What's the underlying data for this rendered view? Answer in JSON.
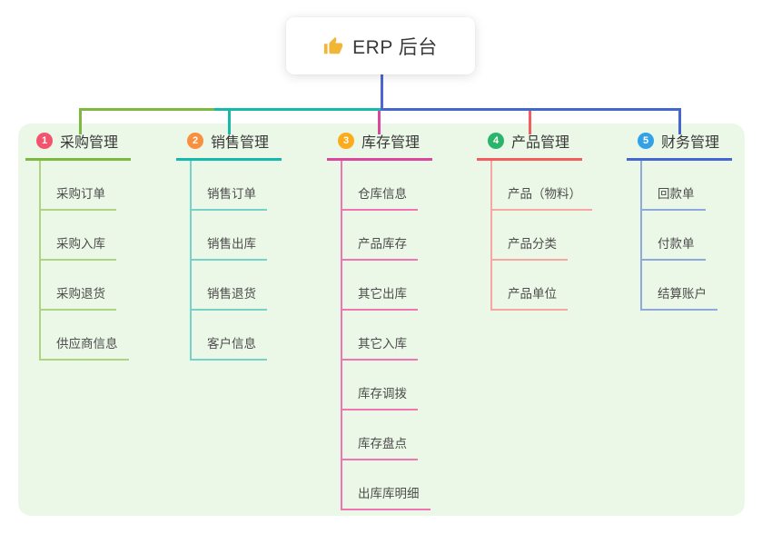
{
  "root": {
    "title": "ERP 后台",
    "icon": "thumbs-up",
    "connector_color": "#4d66d3"
  },
  "panel": {
    "bg": "#ecf8e7"
  },
  "branches": [
    {
      "number": "1",
      "label": "采购管理",
      "colors": {
        "line": "#7cb93f",
        "child_line": "#abd67f",
        "badge": "#f4536e"
      },
      "children": [
        "采购订单",
        "采购入库",
        "采购退货",
        "供应商信息"
      ]
    },
    {
      "number": "2",
      "label": "销售管理",
      "colors": {
        "line": "#17b9ac",
        "child_line": "#76d2c8",
        "badge": "#f8903f"
      },
      "children": [
        "销售订单",
        "销售出库",
        "销售退货",
        "客户信息"
      ]
    },
    {
      "number": "3",
      "label": "库存管理",
      "colors": {
        "line": "#d9479e",
        "child_line": "#f075b2",
        "badge": "#fcab1c"
      },
      "children": [
        "仓库信息",
        "产品库存",
        "其它出库",
        "其它入库",
        "库存调拨",
        "库存盘点",
        "出库库明细"
      ]
    },
    {
      "number": "4",
      "label": "产品管理",
      "colors": {
        "line": "#f25e5e",
        "child_line": "#f6a7a1",
        "badge": "#2bb46c"
      },
      "children": [
        "产品（物料）",
        "产品分类",
        "产品单位"
      ]
    },
    {
      "number": "5",
      "label": "财务管理",
      "colors": {
        "line": "#4366d1",
        "child_line": "#8ea9dc",
        "badge": "#33a1e6"
      },
      "children": [
        "回款单",
        "付款单",
        "结算账户"
      ]
    }
  ]
}
